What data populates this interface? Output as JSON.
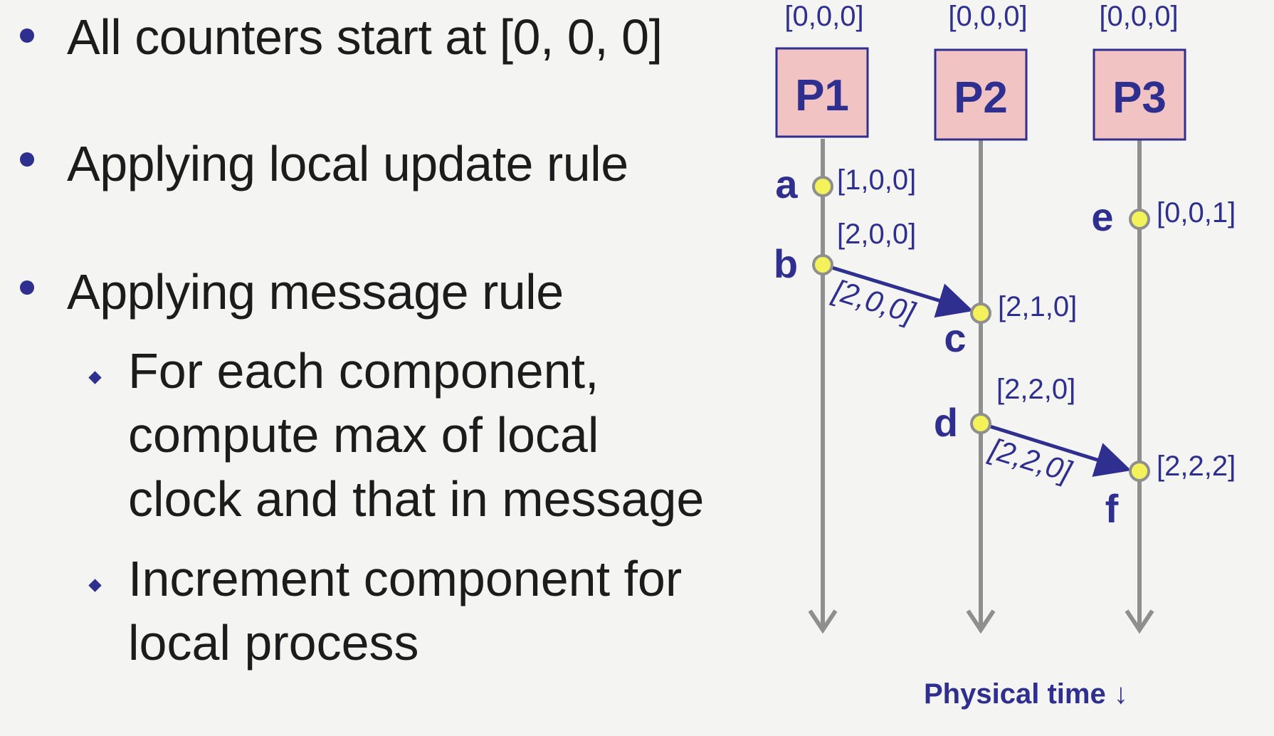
{
  "bullets": [
    {
      "text": "All counters start at [0, 0, 0]"
    },
    {
      "text": "Applying local update rule"
    },
    {
      "text": "Applying message rule"
    }
  ],
  "sub_bullets": [
    {
      "text": "For each component,\ncompute max of local\nclock and that in message"
    },
    {
      "text": "Increment component for\nlocal process"
    }
  ],
  "processes": [
    {
      "name": "P1",
      "initial": "[0,0,0]"
    },
    {
      "name": "P2",
      "initial": "[0,0,0]"
    },
    {
      "name": "P3",
      "initial": "[0,0,0]"
    }
  ],
  "events": [
    {
      "label": "a",
      "process": "P1",
      "timestamp": "[1,0,0]"
    },
    {
      "label": "b",
      "process": "P1",
      "timestamp": "[2,0,0]"
    },
    {
      "label": "c",
      "process": "P2",
      "timestamp": "[2,1,0]"
    },
    {
      "label": "d",
      "process": "P2",
      "timestamp": "[2,2,0]"
    },
    {
      "label": "e",
      "process": "P3",
      "timestamp": "[0,0,1]"
    },
    {
      "label": "f",
      "process": "P3",
      "timestamp": "[2,2,2]"
    }
  ],
  "messages": [
    {
      "from": "b",
      "to": "c",
      "label": "[2,0,0]"
    },
    {
      "from": "d",
      "to": "f",
      "label": "[2,2,0]"
    }
  ],
  "axis_label": "Physical time ↓",
  "colors": {
    "process_box_fill": "#f1c3c3",
    "process_box_border": "#2f2f8f",
    "label_color": "#2f2f8f",
    "timeline_color": "#8f8f8f",
    "event_fill": "#f3f25a",
    "bullet_color": "#2f2f8f"
  }
}
